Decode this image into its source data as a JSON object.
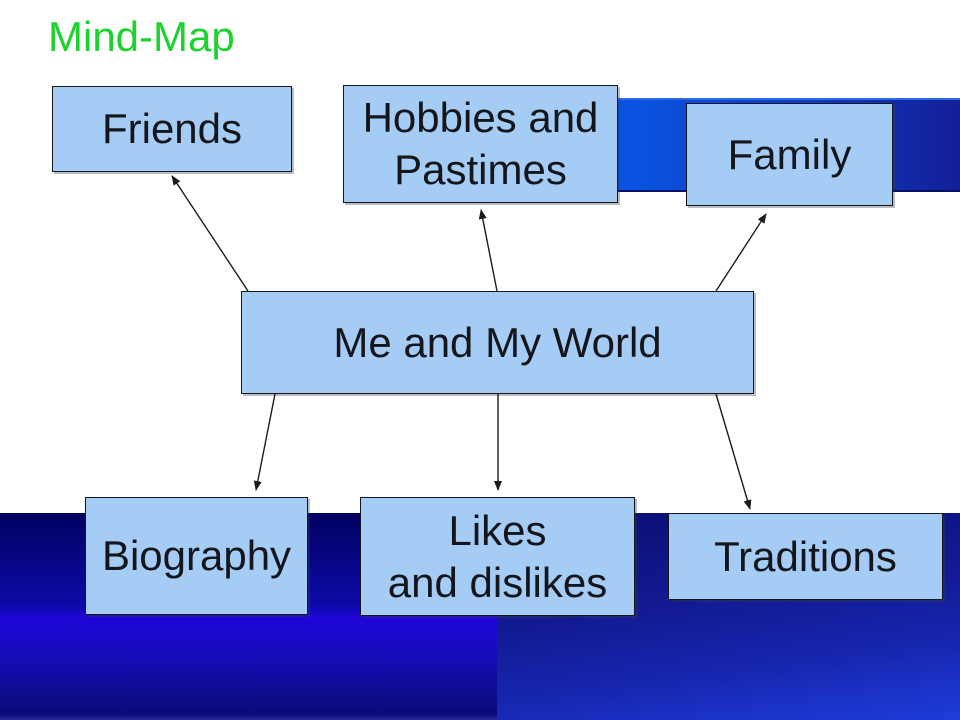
{
  "title": {
    "text": "Mind-Map"
  },
  "mind_map": {
    "center": {
      "label": "Me and My World",
      "lines": [
        "Me and My World"
      ]
    },
    "nodes": {
      "friends": {
        "label": "Friends",
        "lines": [
          "Friends"
        ]
      },
      "hobbies": {
        "label": "Hobbies and Pastimes",
        "lines": [
          "Hobbies and",
          "Pastimes"
        ]
      },
      "family": {
        "label": "Family",
        "lines": [
          "Family"
        ]
      },
      "biography": {
        "label": "Biography",
        "lines": [
          "Biography"
        ]
      },
      "likes": {
        "label": "Likes and dislikes",
        "lines": [
          "Likes",
          "and dislikes"
        ]
      },
      "traditions": {
        "label": "Traditions",
        "lines": [
          "Traditions"
        ]
      }
    }
  },
  "colors": {
    "title_text": "#1CD22C",
    "node_fill": "#A4CCF4",
    "node_border": "#15151C",
    "node_text": "#14161C",
    "arrow": "#1C1C1C",
    "background": "#FFFFFF",
    "top_bar_gradient_left": "#0A54E2",
    "top_bar_gradient_right": "#131F98",
    "bottom_left_band_top": "#010160",
    "bottom_left_band_bright": "#1E06D8",
    "bottom_left_band_bottom": "#0A0A78",
    "bottom_right_band_top": "#0A0F72",
    "bottom_right_band_bottom": "#1E3CDA"
  }
}
